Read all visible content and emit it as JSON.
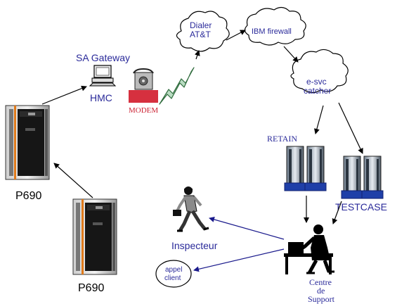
{
  "labels": {
    "sa_gateway": "SA Gateway",
    "hmc": "HMC",
    "modem": "MODEM",
    "dialer_line1": "Dialer",
    "dialer_line2": "AT&T",
    "ibm_firewall": "IBM firewall",
    "esvc_line1": "e-svc",
    "esvc_line2": "catcher",
    "retain": "RETAIN",
    "testcase": "TESTCASE",
    "p690_top": "P690",
    "p690_bottom": "P690",
    "inspecteur": "Inspecteur",
    "appel_line1": "appel",
    "appel_line2": "client",
    "centre_line1": "Centre",
    "centre_line2": "de",
    "centre_line3": "Support"
  },
  "colors": {
    "label_blue": "#2a2a9a",
    "arrow_blue": "#1a1a8c",
    "modem_red": "#d6303f",
    "server_blue": "#1f3fa8",
    "rack_orange": "#e07a1a"
  },
  "icons": {
    "computer": "computer-icon",
    "phone": "telephone-icon",
    "lightning": "lightning-bolt-icon",
    "rack": "server-rack-icon",
    "tower": "server-tower-icon",
    "person": "business-person-icon",
    "support": "support-agent-icon"
  }
}
